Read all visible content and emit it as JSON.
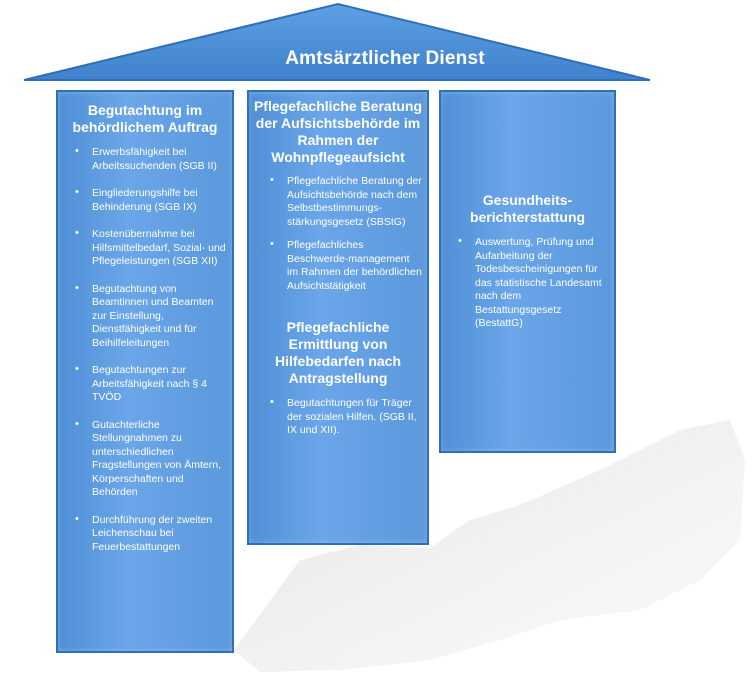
{
  "roof": {
    "title": "Amtsärztlicher Dienst"
  },
  "pillar1": {
    "title": "Begutachtung im behördlichem Auftrag",
    "items": [
      "Erwerbsfähigkeit bei Arbeitssuchenden (SGB II)",
      "Eingliederungshilfe bei Behinderung (SGB IX)",
      "Kostenübernahme bei Hilfsmittelbedarf, Sozial- und Pflegeleistungen (SGB XII)",
      "Begutachtung von Beamtinnen und Beamten zur Einstellung, Dienstfähigkeit und für Beihilfeleitungen",
      "Begutachtungen zur Arbeitsfähigkeit nach § 4 TVÖD",
      "Gutachterliche Stellungnahmen zu unterschiedlichen Fragstellungen von Ämtern, Körperschaften und Behörden",
      "Durchführung der zweiten Leichenschau bei Feuerbestattungen"
    ]
  },
  "pillar2": {
    "title": "Pflegefachliche Beratung der Aufsichtsbehörde im Rahmen der Wohnpflegeaufsicht",
    "items": [
      "Pflegefachliche Beratung der Aufsichtsbehörde nach dem Selbstbestimmungs-stärkungsgesetz (SBStG)",
      "Pflegefachliches Beschwerde-management im Rahmen der behördlichen Aufsichtstätigkeit"
    ],
    "title2": "Pflegefachliche Ermittlung von Hilfebedarfen nach Antragstellung",
    "items2": [
      "Begutachtungen für Träger der sozialen Hilfen. (SGB II, IX und XII)."
    ]
  },
  "pillar3": {
    "title": "Gesundheits-berichterstattung",
    "items": [
      "Auswertung, Prüfung und Aufarbeitung der Todesbescheinigungen für das statistische Landesamt nach dem Bestattungsgesetz (BestattG)"
    ]
  },
  "bullet": "•",
  "colors": {
    "roof": "#5b9bd5",
    "pillar": "#5b9bd5",
    "border": "#2f6fb8"
  }
}
